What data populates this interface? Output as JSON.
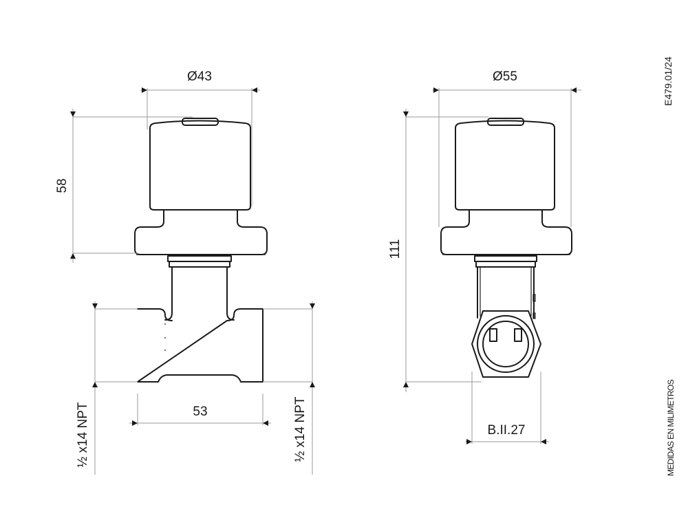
{
  "drawing": {
    "code": "E479.01/24",
    "units_note": "MEDIDAS EN MILIMETROS",
    "front_view": {
      "dim_top": "Ø43",
      "dim_height": "58",
      "dim_width": "53",
      "thread_left": "½ x14 NPT",
      "thread_right": "½ x14 NPT"
    },
    "side_view": {
      "dim_top": "Ø55",
      "dim_height": "111",
      "dim_bottom": "B.II.27"
    }
  }
}
